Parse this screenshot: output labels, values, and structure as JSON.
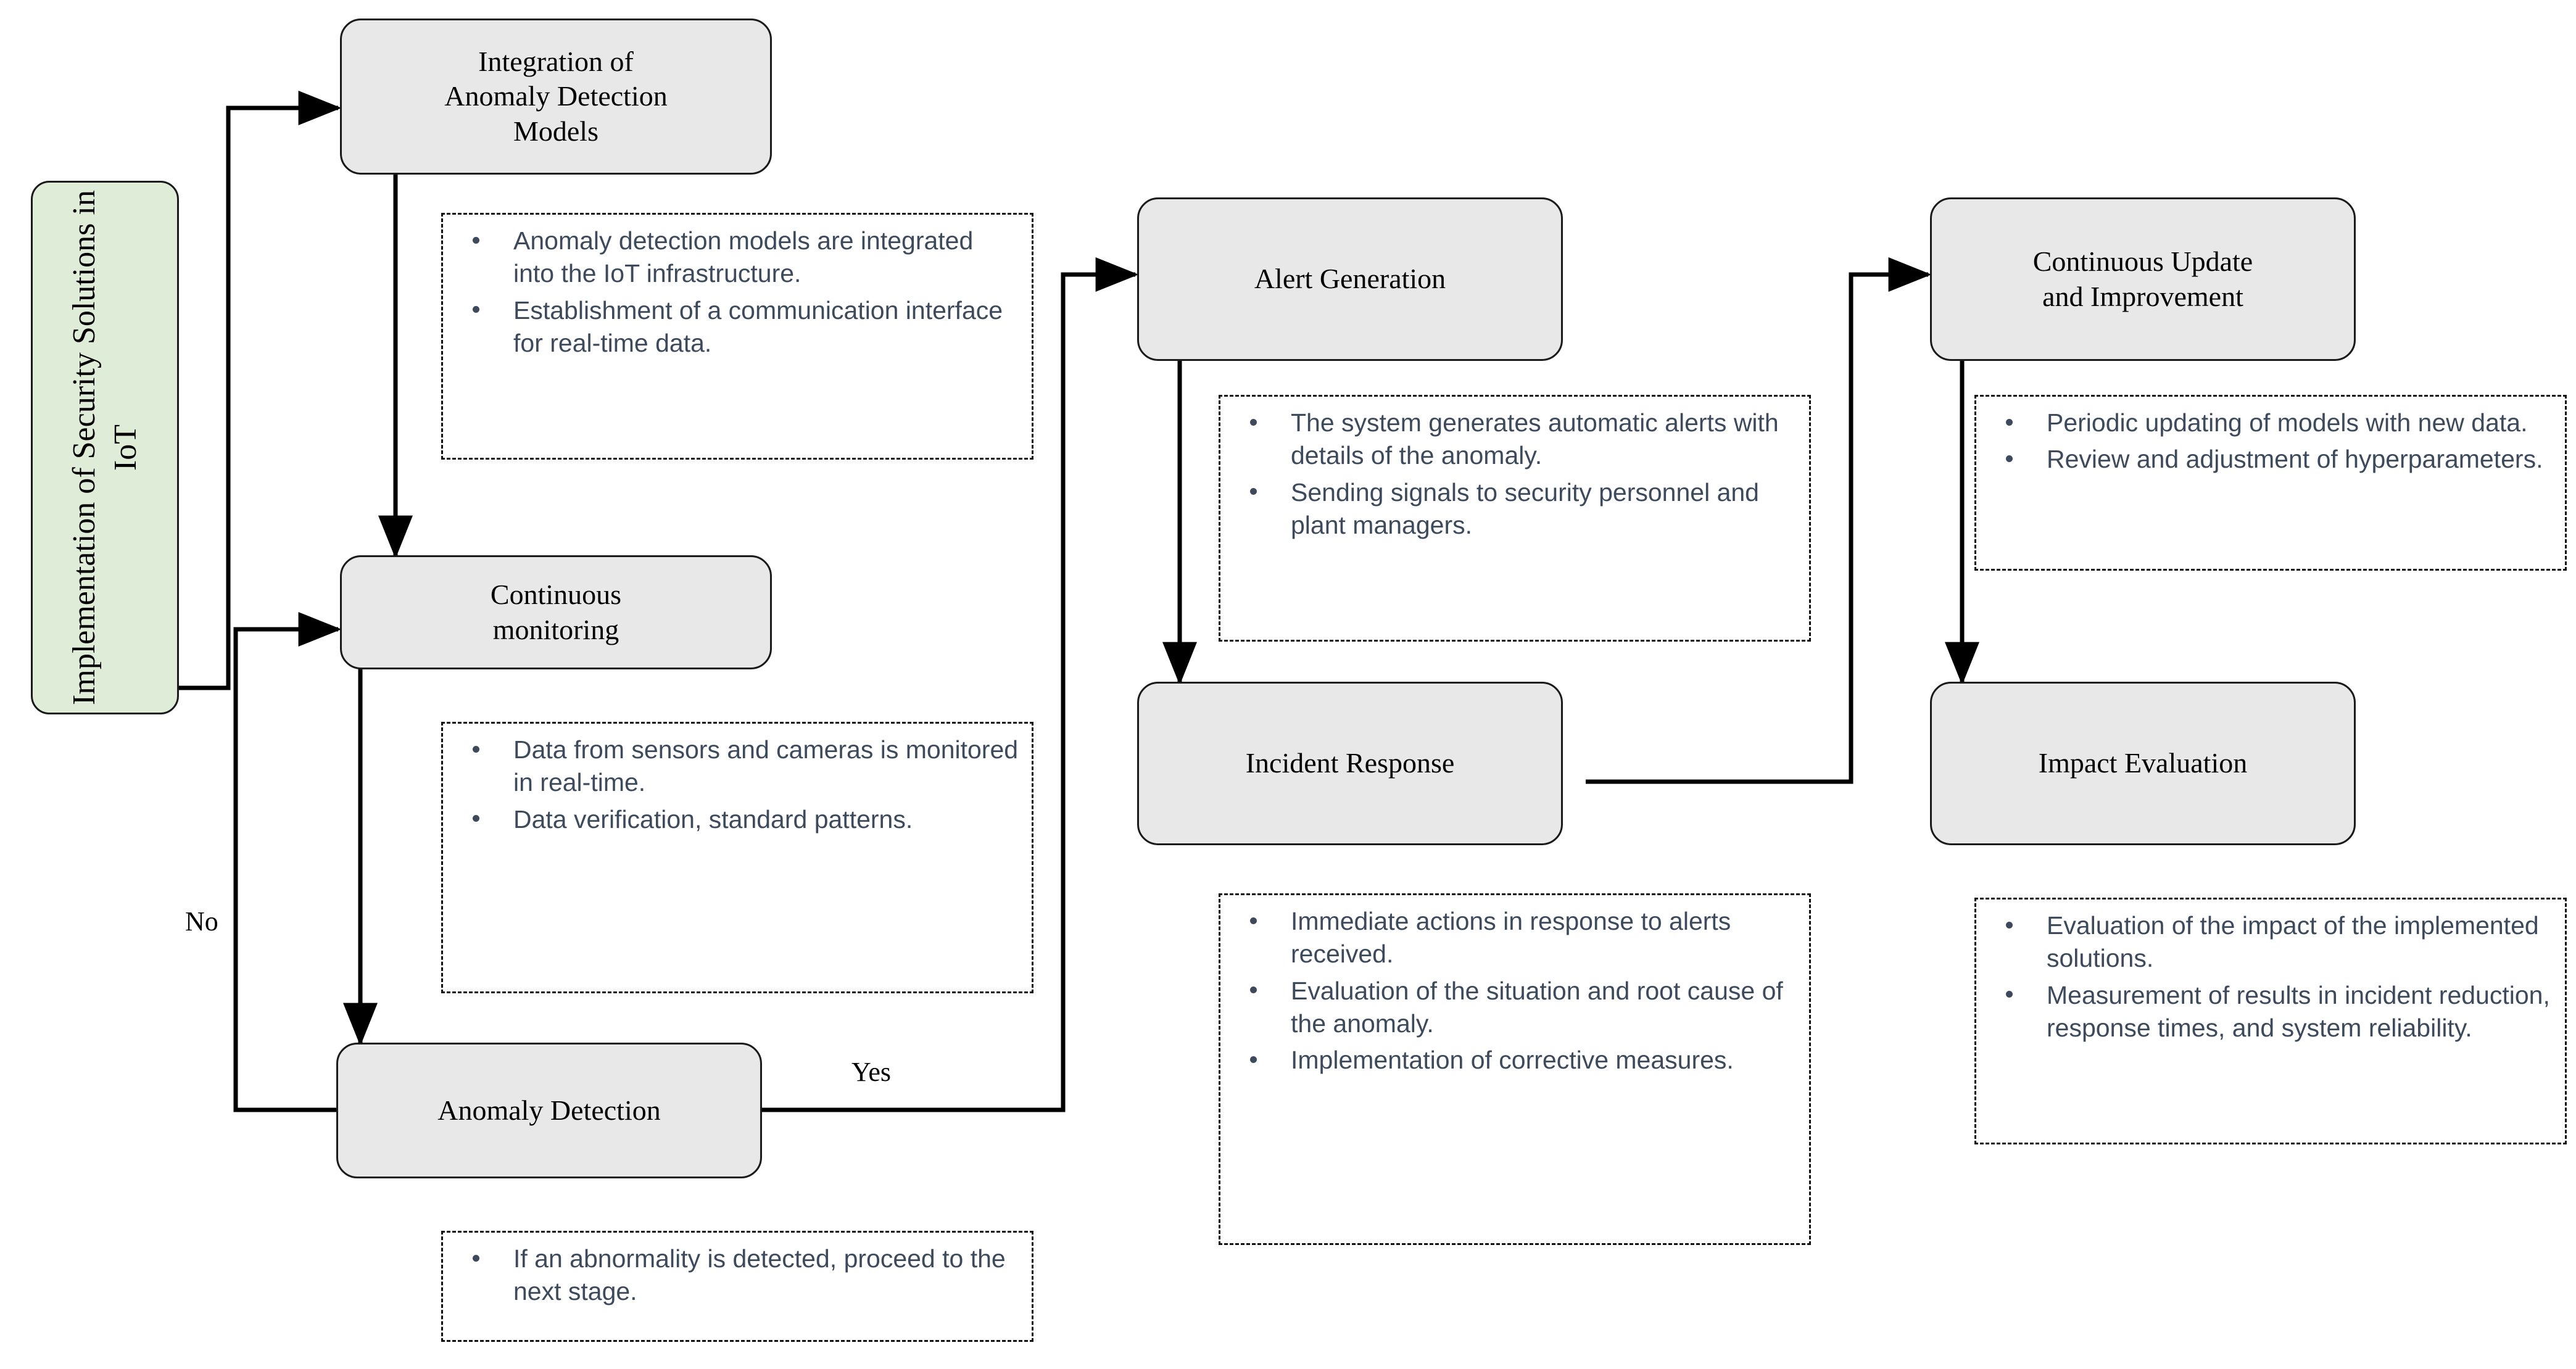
{
  "diagram": {
    "title_banner": {
      "line1": "Implementation of Security Solutions in",
      "line2": "IoT"
    },
    "nodes": [
      {
        "id": "integration",
        "label": "Integration of\nAnomaly Detection\nModels"
      },
      {
        "id": "monitoring",
        "label": "Continuous\nmonitoring"
      },
      {
        "id": "detection",
        "label": "Anomaly Detection"
      },
      {
        "id": "alert",
        "label": "Alert Generation"
      },
      {
        "id": "incident",
        "label": "Incident Response"
      },
      {
        "id": "update",
        "label": "Continuous Update\nand Improvement"
      },
      {
        "id": "impact",
        "label": "Impact Evaluation"
      }
    ],
    "notes": [
      {
        "id": "note-integration",
        "bullets": [
          "Anomaly detection models are integrated into the IoT infrastructure.",
          "Establishment of a communication interface for real-time data."
        ]
      },
      {
        "id": "note-monitoring",
        "bullets": [
          "Data from sensors and cameras is monitored in real-time.",
          "Data verification, standard patterns."
        ]
      },
      {
        "id": "note-detection",
        "bullets": [
          "If an abnormality is detected, proceed to the next stage."
        ]
      },
      {
        "id": "note-alert",
        "bullets": [
          "The system generates automatic alerts with details of the anomaly.",
          "Sending signals to security personnel and plant managers."
        ]
      },
      {
        "id": "note-incident",
        "bullets": [
          "Immediate actions in response to alerts received.",
          "Evaluation of the situation and root cause of the anomaly.",
          "Implementation of corrective measures."
        ]
      },
      {
        "id": "note-update",
        "bullets": [
          "Periodic updating of models with new data.",
          "Review and adjustment of hyperparameters."
        ]
      },
      {
        "id": "note-impact",
        "bullets": [
          "Evaluation of the impact of the implemented solutions.",
          "Measurement of results in incident reduction, response times, and system reliability."
        ]
      }
    ],
    "edge_labels": {
      "no": "No",
      "yes": "Yes"
    },
    "colors": {
      "banner_fill": "#dfecd8",
      "node_fill": "#e8e8e8",
      "node_stroke": "#1a1a1a",
      "bullet_text": "#3d4a5c",
      "note_stroke": "#111111",
      "connector": "#000000"
    }
  }
}
